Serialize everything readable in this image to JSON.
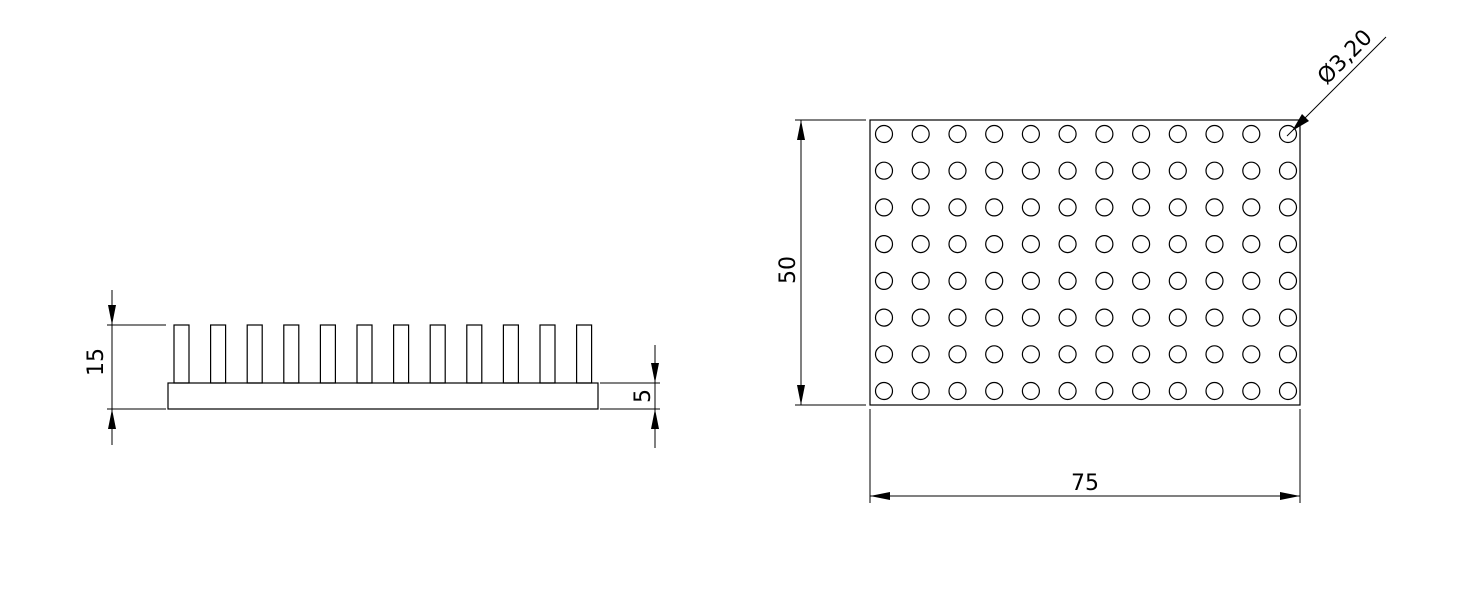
{
  "drawing": {
    "side_view": {
      "fin_count": 12,
      "dim_total_height": "15",
      "dim_base_height": "5"
    },
    "top_view": {
      "hole_columns": 12,
      "hole_rows": 8,
      "dim_height": "50",
      "dim_width": "75",
      "dim_hole_diameter": "Ø3,20"
    },
    "colors": {
      "line": "#000000",
      "background": "#ffffff"
    }
  }
}
